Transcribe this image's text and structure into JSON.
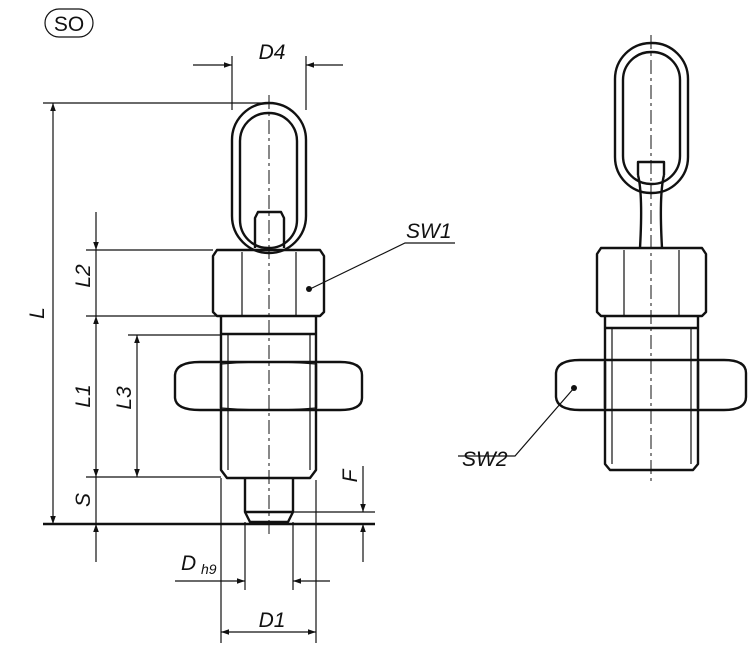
{
  "variant_badge": "SO",
  "labels": {
    "D4": "D4",
    "L": "L",
    "L1": "L1",
    "L2": "L2",
    "L3": "L3",
    "S": "S",
    "F": "F",
    "D": "D",
    "h9": "h9",
    "D1": "D1",
    "SW1": "SW1",
    "SW2": "SW2"
  }
}
